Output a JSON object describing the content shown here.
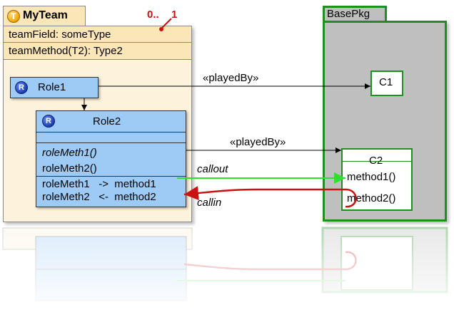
{
  "team": {
    "name": "MyTeam",
    "icon_letter": "T",
    "field": "teamField: someType",
    "method": "teamMethod(T2): Type2",
    "multiplicity_lower": "0..",
    "multiplicity_upper": "1"
  },
  "roles": {
    "role1": {
      "icon_letter": "R",
      "name": "Role1"
    },
    "role2": {
      "icon_letter": "R",
      "name": "Role2",
      "methods": [
        "roleMeth1()",
        "roleMeth2()"
      ],
      "bindings": [
        "roleMeth1   ->  method1",
        "roleMeth2   <-  method2"
      ]
    }
  },
  "package": {
    "name": "BasePkg",
    "c1": "C1",
    "c2": {
      "name": "C2",
      "methods": [
        "method1()",
        "method2()"
      ]
    }
  },
  "connectors": {
    "played_by_1": "«playedBy»",
    "played_by_2": "«playedBy»",
    "callout": "callout",
    "callin": "callin"
  },
  "colors": {
    "team_fill": "#fdf3dc",
    "team_header": "#fbe6b8",
    "role_fill": "#9ecbf5",
    "package_fill": "#bfbfbf",
    "package_border": "#1f8f1f",
    "callout": "#33dd33",
    "callin": "#cc1111"
  }
}
